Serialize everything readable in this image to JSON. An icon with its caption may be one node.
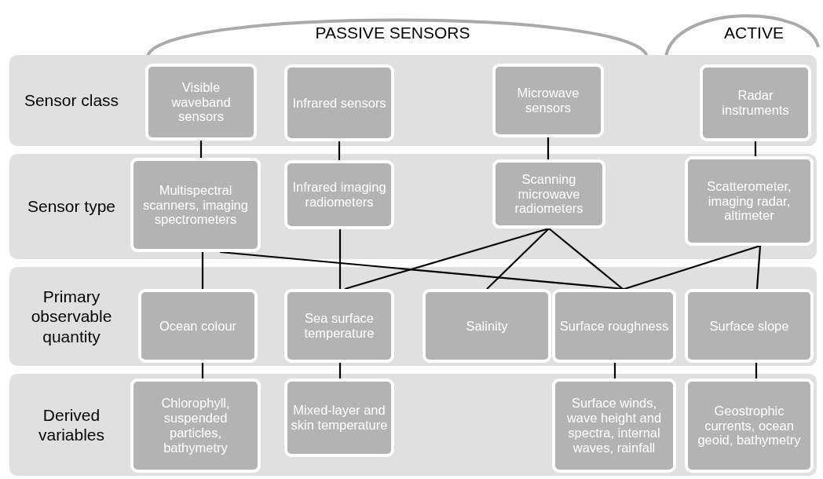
{
  "diagram": {
    "nodes": [
      {
        "text": [
          "Sensor class"
        ]
      },
      {
        "text": [
          "Visible waveband sensors"
        ],
        "in": 0
      },
      {
        "text": [
          "Infrared sensors"
        ],
        "in": 0
      },
      {
        "text": [
          "Microwave sensors"
        ],
        "in": 0
      },
      {
        "text": [
          "Radar instruments"
        ],
        "in": 0
      },
      {
        "text": [
          "Sensor type"
        ]
      },
      {
        "text": [
          "Multispectral scanners, imaging spectrometers"
        ],
        "in": 5
      },
      {
        "text": [
          "Infrared imaging radiometers"
        ],
        "in": 5
      },
      {
        "text": [
          "Scanning microwave radiometers"
        ],
        "in": 5
      },
      {
        "text": [
          "Scatterometer, imaging radar, altimeter"
        ],
        "in": 5
      },
      {
        "text": [
          "Primary observable quantity"
        ]
      },
      {
        "text": [
          "Ocean colour"
        ],
        "in": 10
      },
      {
        "text": [
          "Sea surface temperature"
        ],
        "in": 10
      },
      {
        "text": [
          "Salinity"
        ],
        "in": 10
      },
      {
        "text": [
          "Surface roughness"
        ],
        "in": 10
      },
      {
        "text": [
          "Surface slope"
        ],
        "in": 10
      },
      {
        "text": [
          "Derived variables"
        ]
      },
      {
        "text": [
          "Chlorophyll, suspended particles, bathymetry"
        ],
        "in": 16
      },
      {
        "text": [
          "Mixed-layer and skin temperature"
        ],
        "in": 16
      },
      {
        "text": [
          "Surface winds, wave height and spectra, internal waves, rainfall"
        ],
        "in": 16
      },
      {
        "text": [
          "Geostrophic currents, ocean geoid, bathymetry"
        ],
        "in": 16
      }
    ],
    "edges": [
      {
        "from": 1,
        "to": 6,
        "arrow": "none"
      },
      {
        "from": 2,
        "to": 7,
        "arrow": "none"
      },
      {
        "from": 3,
        "to": 8,
        "arrow": "none"
      },
      {
        "from": 4,
        "to": 9,
        "arrow": "none"
      },
      {
        "from": 6,
        "to": 11,
        "arrow": "none"
      },
      {
        "from": 6,
        "to": 14,
        "arrow": "none"
      },
      {
        "from": 7,
        "to": 12,
        "arrow": "none"
      },
      {
        "from": 8,
        "to": 12,
        "arrow": "none"
      },
      {
        "from": 8,
        "to": 13,
        "arrow": "none"
      },
      {
        "from": 8,
        "to": 14,
        "arrow": "none"
      },
      {
        "from": 9,
        "to": 14,
        "arrow": "none"
      },
      {
        "from": 9,
        "to": 15,
        "arrow": "none"
      },
      {
        "from": 11,
        "to": 17,
        "arrow": "none"
      },
      {
        "from": 12,
        "to": 18,
        "arrow": "none"
      },
      {
        "from": 14,
        "to": 19,
        "arrow": "none"
      },
      {
        "from": 15,
        "to": 20,
        "arrow": "none"
      }
    ],
    "labels": [
      "PASSIVE SENSORS",
      "ACTIVE"
    ]
  }
}
